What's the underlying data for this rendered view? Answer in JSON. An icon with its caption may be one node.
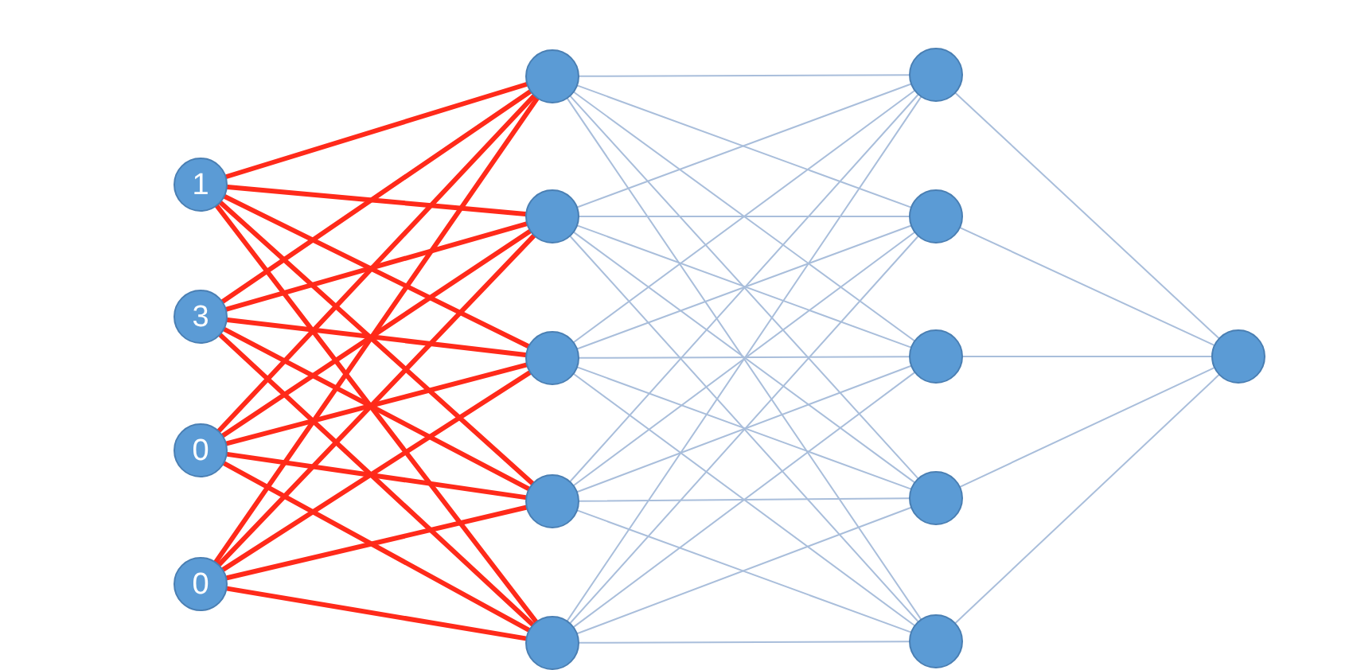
{
  "diagram": {
    "nodes": [
      {
        "text": [
          "1"
        ]
      },
      {
        "text": [
          "3"
        ]
      },
      {
        "text": [
          "0"
        ]
      },
      {
        "text": [
          "0"
        ]
      },
      {
        "text": [],
        "shape": "circle"
      },
      {
        "text": [],
        "shape": "circle"
      },
      {
        "text": [],
        "shape": "circle"
      },
      {
        "text": [],
        "shape": "circle"
      },
      {
        "text": [],
        "shape": "circle"
      },
      {
        "text": [],
        "shape": "circle"
      },
      {
        "text": [],
        "shape": "circle"
      },
      {
        "text": [],
        "shape": "circle"
      },
      {
        "text": [],
        "shape": "circle"
      },
      {
        "text": [],
        "shape": "circle"
      },
      {
        "text": [],
        "shape": "circle"
      }
    ],
    "edges": [
      {
        "from": 0,
        "to": 4,
        "arrow": "none",
        "style": "thick",
        "color": "#ff2a1a"
      },
      {
        "from": 0,
        "to": 5,
        "arrow": "none",
        "style": "thick",
        "color": "#ff2a1a"
      },
      {
        "from": 0,
        "to": 6,
        "arrow": "none",
        "style": "thick",
        "color": "#ff2a1a"
      },
      {
        "from": 0,
        "to": 7,
        "arrow": "none",
        "style": "thick",
        "color": "#ff2a1a"
      },
      {
        "from": 0,
        "to": 8,
        "arrow": "none",
        "style": "thick",
        "color": "#ff2a1a"
      },
      {
        "from": 1,
        "to": 4,
        "arrow": "none",
        "style": "thick",
        "color": "#ff2a1a"
      },
      {
        "from": 1,
        "to": 5,
        "arrow": "none",
        "style": "thick",
        "color": "#ff2a1a"
      },
      {
        "from": 1,
        "to": 6,
        "arrow": "none",
        "style": "thick",
        "color": "#ff2a1a"
      },
      {
        "from": 1,
        "to": 7,
        "arrow": "none",
        "style": "thick",
        "color": "#ff2a1a"
      },
      {
        "from": 1,
        "to": 8,
        "arrow": "none",
        "style": "thick",
        "color": "#ff2a1a"
      },
      {
        "from": 2,
        "to": 4,
        "arrow": "none",
        "style": "thick",
        "color": "#ff2a1a"
      },
      {
        "from": 2,
        "to": 5,
        "arrow": "none",
        "style": "thick",
        "color": "#ff2a1a"
      },
      {
        "from": 2,
        "to": 6,
        "arrow": "none",
        "style": "thick",
        "color": "#ff2a1a"
      },
      {
        "from": 2,
        "to": 7,
        "arrow": "none",
        "style": "thick",
        "color": "#ff2a1a"
      },
      {
        "from": 2,
        "to": 8,
        "arrow": "none",
        "style": "thick",
        "color": "#ff2a1a"
      },
      {
        "from": 3,
        "to": 4,
        "arrow": "none",
        "style": "thick",
        "color": "#ff2a1a"
      },
      {
        "from": 3,
        "to": 5,
        "arrow": "none",
        "style": "thick",
        "color": "#ff2a1a"
      },
      {
        "from": 3,
        "to": 6,
        "arrow": "none",
        "style": "thick",
        "color": "#ff2a1a"
      },
      {
        "from": 3,
        "to": 7,
        "arrow": "none",
        "style": "thick",
        "color": "#ff2a1a"
      },
      {
        "from": 3,
        "to": 8,
        "arrow": "none",
        "style": "thick",
        "color": "#ff2a1a"
      },
      {
        "from": 4,
        "to": 9,
        "arrow": "none"
      },
      {
        "from": 4,
        "to": 10,
        "arrow": "none"
      },
      {
        "from": 4,
        "to": 11,
        "arrow": "none"
      },
      {
        "from": 4,
        "to": 12,
        "arrow": "none"
      },
      {
        "from": 4,
        "to": 13,
        "arrow": "none"
      },
      {
        "from": 5,
        "to": 9,
        "arrow": "none"
      },
      {
        "from": 5,
        "to": 10,
        "arrow": "none"
      },
      {
        "from": 5,
        "to": 11,
        "arrow": "none"
      },
      {
        "from": 5,
        "to": 12,
        "arrow": "none"
      },
      {
        "from": 5,
        "to": 13,
        "arrow": "none"
      },
      {
        "from": 6,
        "to": 9,
        "arrow": "none"
      },
      {
        "from": 6,
        "to": 10,
        "arrow": "none"
      },
      {
        "from": 6,
        "to": 11,
        "arrow": "none"
      },
      {
        "from": 6,
        "to": 12,
        "arrow": "none"
      },
      {
        "from": 6,
        "to": 13,
        "arrow": "none"
      },
      {
        "from": 7,
        "to": 9,
        "arrow": "none"
      },
      {
        "from": 7,
        "to": 10,
        "arrow": "none"
      },
      {
        "from": 7,
        "to": 11,
        "arrow": "none"
      },
      {
        "from": 7,
        "to": 12,
        "arrow": "none"
      },
      {
        "from": 7,
        "to": 13,
        "arrow": "none"
      },
      {
        "from": 8,
        "to": 9,
        "arrow": "none"
      },
      {
        "from": 8,
        "to": 10,
        "arrow": "none"
      },
      {
        "from": 8,
        "to": 11,
        "arrow": "none"
      },
      {
        "from": 8,
        "to": 12,
        "arrow": "none"
      },
      {
        "from": 8,
        "to": 13,
        "arrow": "none"
      },
      {
        "from": 9,
        "to": 14,
        "arrow": "none"
      },
      {
        "from": 10,
        "to": 14,
        "arrow": "none"
      },
      {
        "from": 11,
        "to": 14,
        "arrow": "none"
      },
      {
        "from": 12,
        "to": 14,
        "arrow": "none"
      },
      {
        "from": 13,
        "to": 14,
        "arrow": "none"
      }
    ]
  }
}
